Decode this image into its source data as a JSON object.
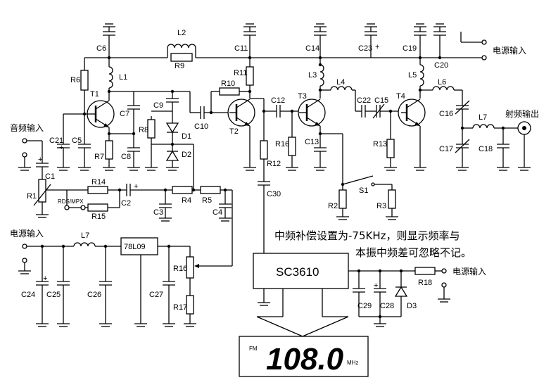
{
  "labels": {
    "audio_in": "音频输入",
    "power_in_top": "电源输入",
    "power_in_left": "电源输入",
    "power_in_right": "电源输入",
    "rf_out": "射频输出",
    "rds": "RDS/MPX",
    "note_line1": "中频补偿设置为-75KHz，则显示频率与",
    "note_line2": "本振中频差可忽略不记。",
    "ic_counter": "SC3610",
    "regulator": "78L09",
    "display_unit_fm": "FM",
    "display_value": "108.0",
    "display_unit_mhz": "MHz"
  },
  "components": {
    "C6": "C6",
    "L2": "L2",
    "R9": "R9",
    "C11": "C11",
    "C14": "C14",
    "C23": "C23",
    "C19": "C19",
    "C20": "C20",
    "R6": "R6",
    "L1": "L1",
    "T1": "T1",
    "C7": "C7",
    "R7": "R7",
    "C8": "C8",
    "C21": "C21",
    "C5": "C5",
    "C1": "C1",
    "R1": "R1",
    "C9": "C9",
    "D1": "D1",
    "D2": "D2",
    "R8": "R8",
    "C10": "C10",
    "R10": "R10",
    "R11": "R11",
    "T2": "T2",
    "C12": "C12",
    "T3": "T3",
    "L3": "L3",
    "L4": "L4",
    "C22": "C22",
    "C15": "C15",
    "T4": "T4",
    "L5": "L5",
    "L6": "L6",
    "C16": "C16",
    "L7a": "L7",
    "C17": "C17",
    "C18": "C18",
    "R16a": "R16",
    "C13": "C13",
    "R13": "R13",
    "R12": "R12",
    "C30": "C30",
    "S1": "S1",
    "R2": "R2",
    "R3": "R3",
    "R14": "R14",
    "R15": "R15",
    "C2": "C2",
    "R4": "R4",
    "R5": "R5",
    "C3": "C3",
    "C4": "C4",
    "L7b": "L7",
    "C24": "C24",
    "C25": "C25",
    "C26": "C26",
    "C27": "C27",
    "R16b": "R16",
    "R17": "R17",
    "C29": "C29",
    "C28": "C28",
    "D3": "D3",
    "R18": "R18"
  },
  "polarity": {
    "plus": "+"
  }
}
